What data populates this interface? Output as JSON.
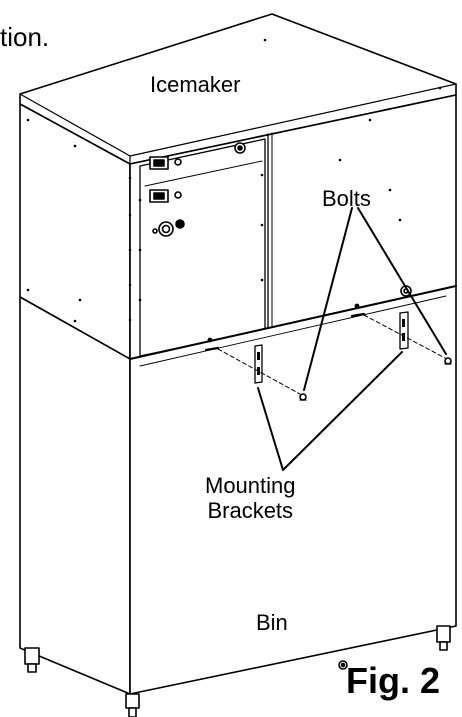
{
  "header_fragment": "tion.",
  "labels": {
    "icemaker": "Icemaker",
    "bolts": "Bolts",
    "mounting_brackets_line1": "Mounting",
    "mounting_brackets_line2": "Brackets",
    "bin": "Bin",
    "figure": "Fig. 2"
  },
  "colors": {
    "line": "#000000",
    "background": "#ffffff"
  }
}
